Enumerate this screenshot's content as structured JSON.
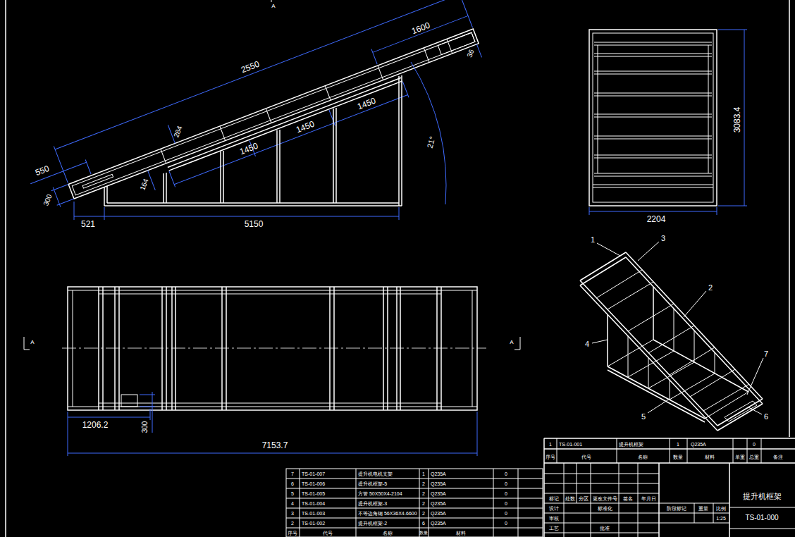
{
  "diagram": {
    "labels": [
      "2550",
      "1600",
      "36",
      "284",
      "1450",
      "1450",
      "1450",
      "550",
      "300",
      "164",
      "21°",
      "521",
      "5150",
      "3083.4",
      "2204",
      "1206.2",
      "300",
      "7153.7",
      "A",
      "A",
      "A",
      "1",
      "3",
      "2",
      "4",
      "5",
      "6",
      "7",
      "7",
      "TS-01-007",
      "提升机电机支架",
      "1",
      "Q235A",
      "0",
      "6",
      "TS-01-006",
      "提升机框架-5",
      "2",
      "Q235A",
      "0",
      "5",
      "TS-01-005",
      "方管 50X50X4-2104",
      "2",
      "Q235A",
      "0",
      "4",
      "TS-01-004",
      "提升机框架-3",
      "2",
      "Q235A",
      "0",
      "3",
      "TS-01-003",
      "不等边角钢 56X36X4-6600",
      "2",
      "Q235A",
      "0",
      "2",
      "TS-01-002",
      "提升机框架-2",
      "6",
      "Q235A",
      "0",
      "序号",
      "代号",
      "名称",
      "数量",
      "材料",
      "1",
      "TS-01-001",
      "提升机框架",
      "1",
      "Q235A",
      "0",
      "序号",
      "代号",
      "名称",
      "数量",
      "材料",
      "单重",
      "总重",
      "备注",
      "标记",
      "处数",
      "分区",
      "更改文件号",
      "签名",
      "年月日",
      "设计",
      "标准化",
      "审核",
      "工艺",
      "批准",
      "阶段标记",
      "重量",
      "比例",
      "1:25",
      "提升机框架",
      "TS-01-000"
    ]
  }
}
